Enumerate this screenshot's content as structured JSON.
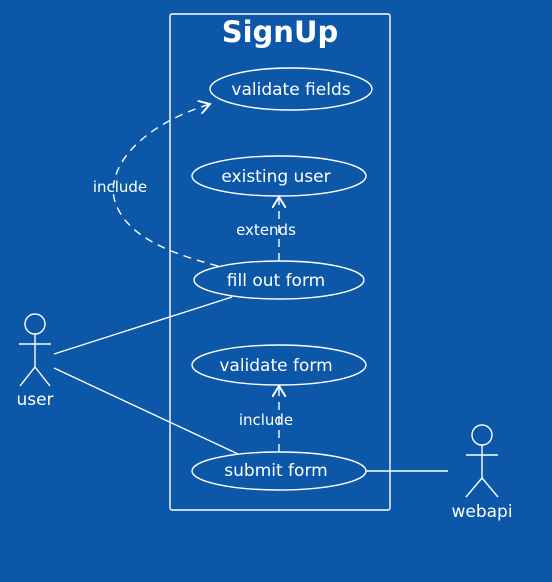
{
  "diagram": {
    "title": "SignUp",
    "use_cases": {
      "validate_fields": "validate fields",
      "existing_user": "existing user",
      "fill_out_form": "fill out form",
      "validate_form": "validate form",
      "submit_form": "submit form"
    },
    "relationships": {
      "include_validate_fields": "include",
      "extends_existing_user": "extends",
      "include_validate_form": "include"
    },
    "actors": {
      "user": "user",
      "webapi": "webapi"
    }
  },
  "colors": {
    "background": "#0c57a8",
    "foreground": "#ffffff"
  }
}
